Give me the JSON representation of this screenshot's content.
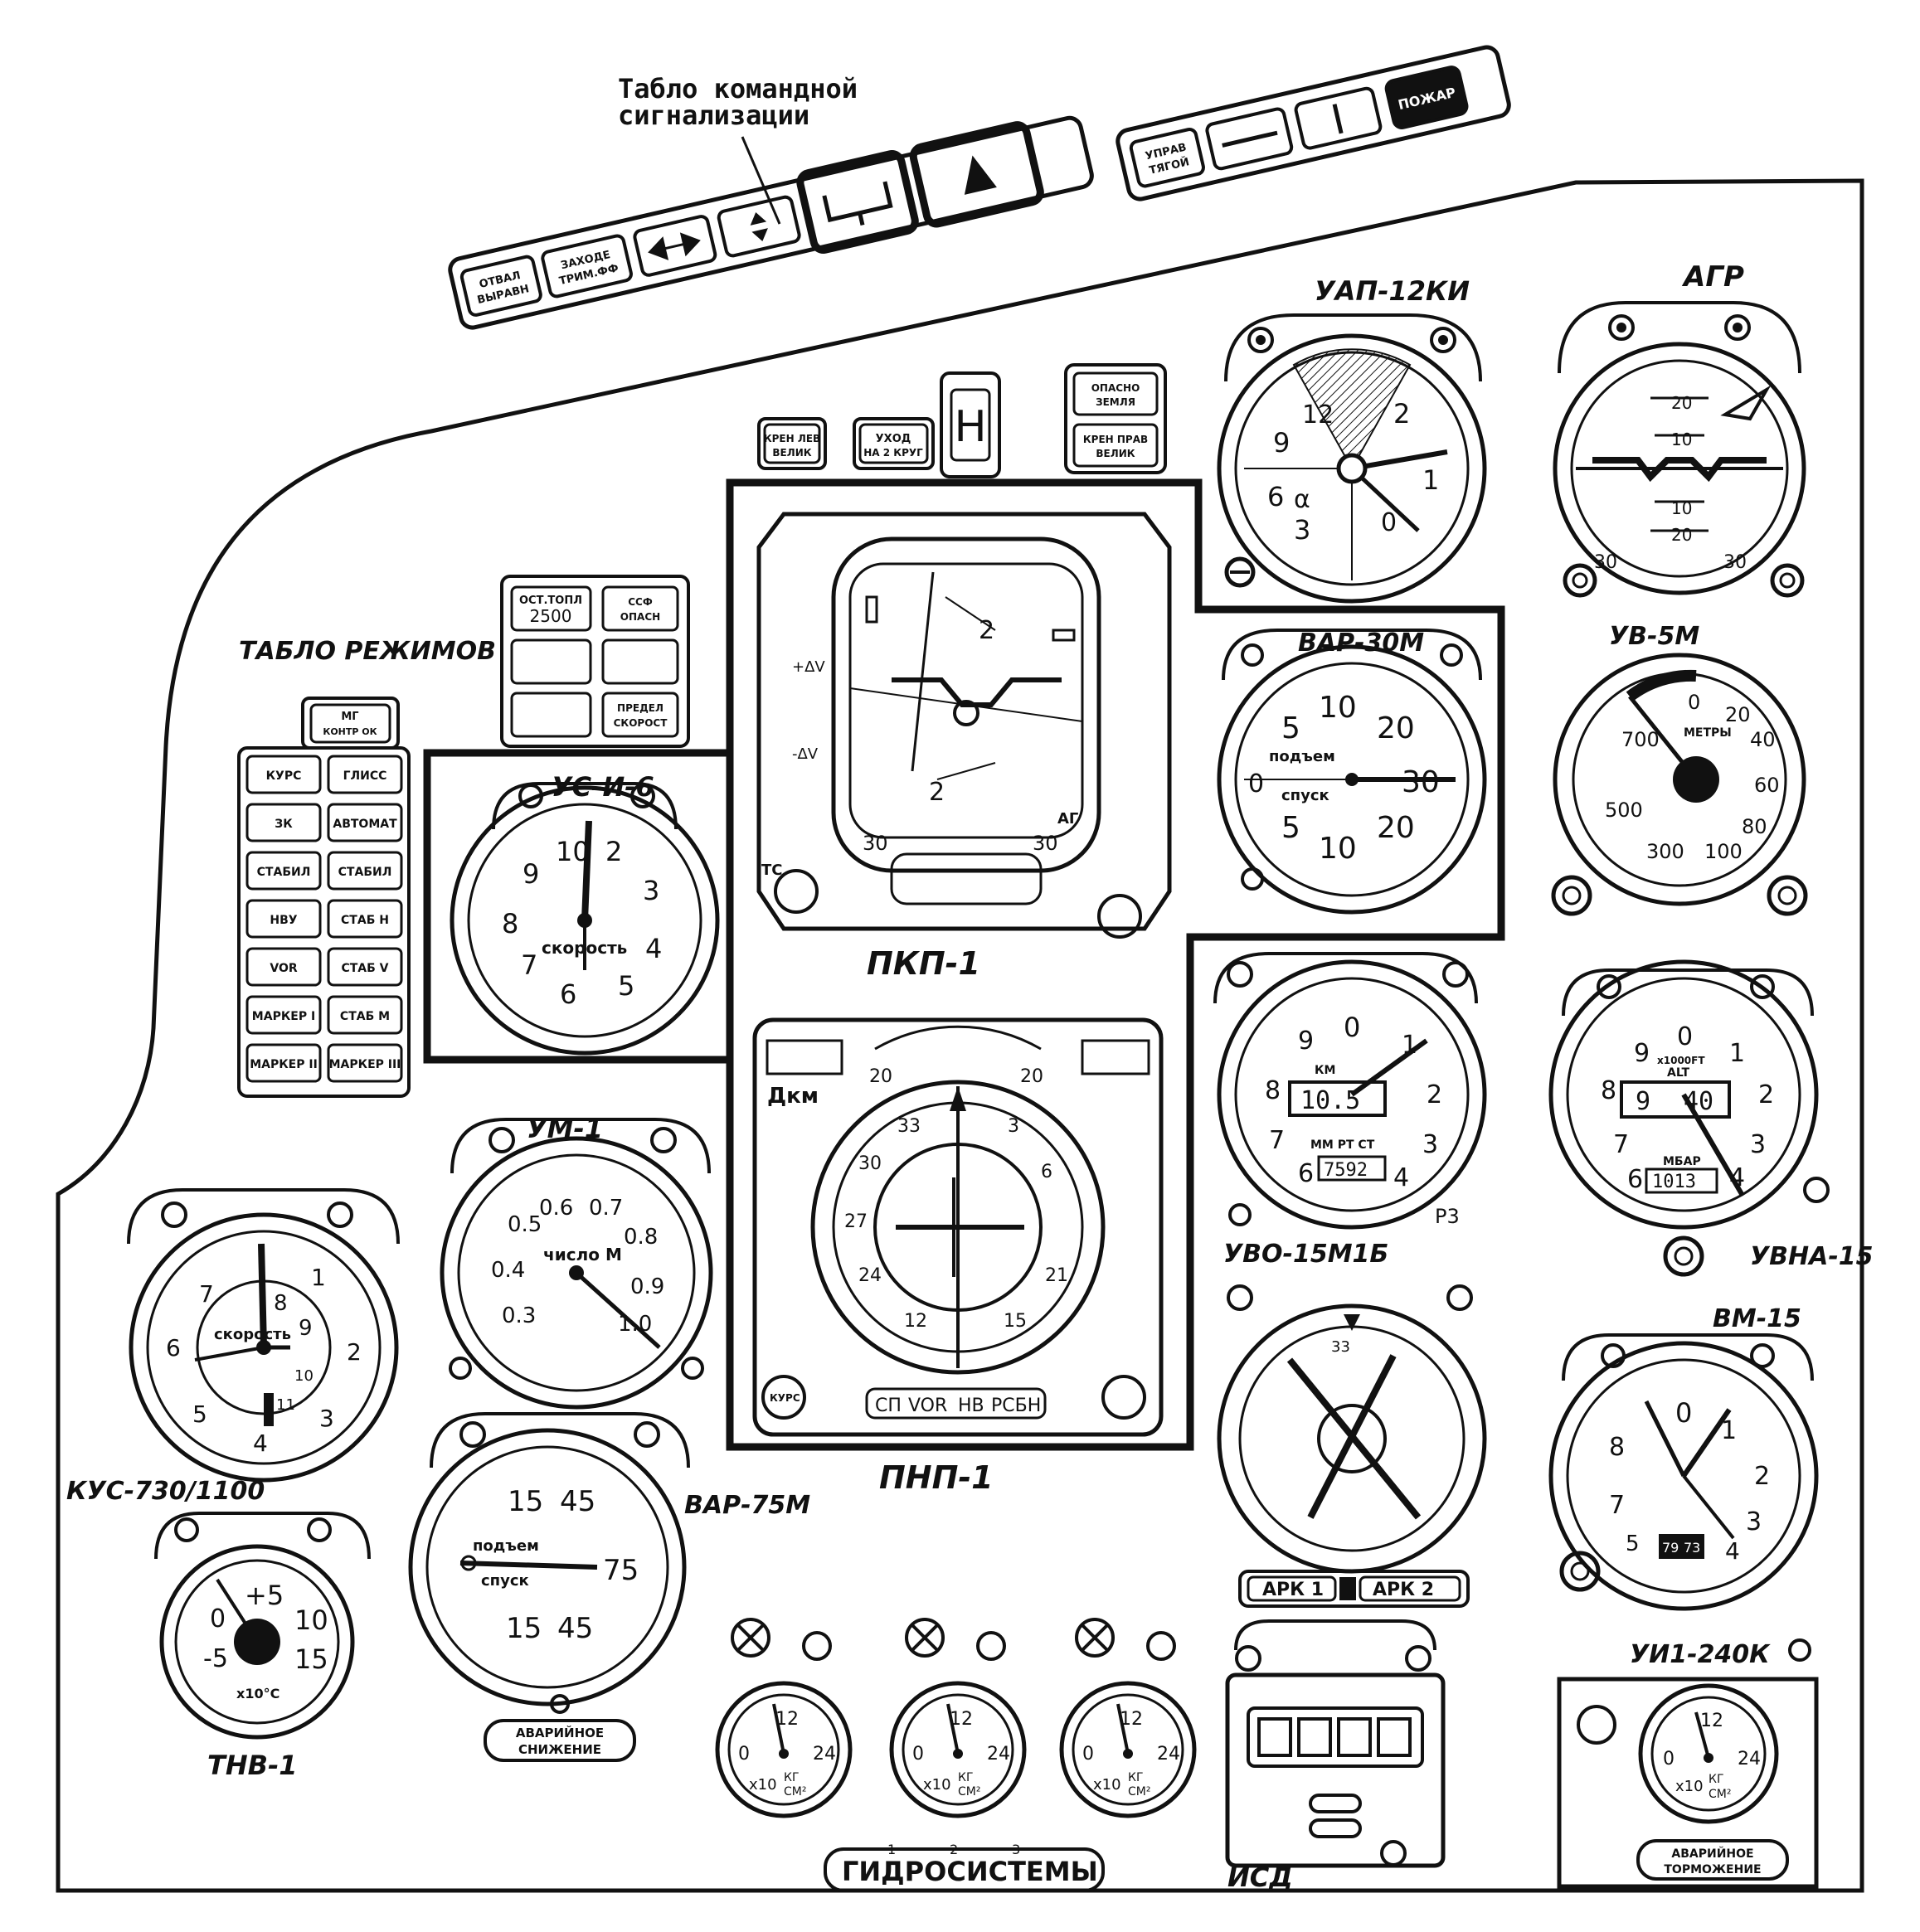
{
  "annotation": {
    "line1": "Табло командной",
    "line2": "сигнализации"
  },
  "signal_board": {
    "b1_l1": "ОТВАЛ",
    "b1_l2": "ВЫРАВН",
    "b2_l1": "ЗАХОДЕ",
    "b2_l2": "ТРИМ.ФФ",
    "b_right": "УПРАВ",
    "b_right2": "ТЯГОЙ",
    "b_last": "ПОЖАР"
  },
  "small_boards": {
    "kren_lev_1": "КРЕН ЛЕВ",
    "kren_lev_2": "ВЕЛИК",
    "uhod_1": "УХОД",
    "uhod_2": "НА 2 КРУГ",
    "h_letter": "H",
    "opasno_1": "ОПАСНО",
    "opasno_2": "ЗЕМЛЯ",
    "kren_prav_1": "КРЕН ПРАВ",
    "kren_prav_2": "ВЕЛИК",
    "ost_topl_1": "ОСТ.ТОПЛ",
    "ost_topl_2": "2500",
    "ssv_1": "ССФ",
    "ssv_2": "ОПАСН",
    "pred_1": "ПРЕДЕЛ",
    "pred_2": "СКОРОСТ"
  },
  "modes_board": {
    "title": "ТАБЛО РЕЖИМОВ",
    "top": "МГ",
    "top2": "КОНТР ОК",
    "buttons": [
      [
        "КУРС",
        "ГЛИСС"
      ],
      [
        "ЗК",
        "АВТОМАТ"
      ],
      [
        "СТАБИЛ",
        "СТАБИЛ"
      ],
      [
        "НВУ",
        "СТАБ Н"
      ],
      [
        "VOR",
        "СТАБ V"
      ],
      [
        "МАРКЕР I",
        "СТАБ М"
      ],
      [
        "МАРКЕР II",
        "МАРКЕР III"
      ]
    ]
  },
  "instruments": {
    "uap": {
      "label": "УАП-12КИ",
      "n12": "12",
      "n2": "2",
      "n9": "9",
      "n1": "1",
      "n6": "6",
      "alpha": "α",
      "n3": "3",
      "n0": "0"
    },
    "agr": {
      "label": "АГР",
      "t20": "20",
      "t10": "10",
      "b10": "10",
      "b20": "20",
      "l30": "30",
      "r30": "30"
    },
    "uvm": {
      "label": "УВ-5М",
      "n0": "0",
      "n20": "20",
      "n40": "40",
      "n60": "60",
      "n80": "80",
      "n100": "100",
      "n300": "300",
      "n500": "500",
      "n700": "700",
      "metry": "МЕТРЫ"
    },
    "var30": {
      "label": "ВАР-30М",
      "t5": "5",
      "t10": "10",
      "t20": "20",
      "m30": "30",
      "m0": "0",
      "b5": "5",
      "b10": "10",
      "b20": "20",
      "up": "подъем",
      "down": "спуск"
    },
    "us": {
      "label": "УС-И-6",
      "n10": "10",
      "n2": "2",
      "n9": "9",
      "n3": "3",
      "n8": "8",
      "n4": "4",
      "n7": "7",
      "n6": "6",
      "n5": "5",
      "skorost": "скорость"
    },
    "pkp": {
      "label": "ПКП-1",
      "m2": "2",
      "l30": "30",
      "r30": "30",
      "tc": "ТС",
      "ag": "АГ",
      "dv": "+ΔV",
      "dvm": "-ΔV"
    },
    "pnp": {
      "label": "ПНП-1",
      "dkm": "Дкм",
      "l20": "20",
      "r20": "20",
      "h33": "33",
      "h3": "3",
      "h30": "30",
      "h6": "6",
      "h27": "27",
      "h24": "24",
      "h21": "21",
      "h12": "12",
      "h15": "15",
      "sp": "СП",
      "vor": "VOR",
      "nv": "НВ",
      "rsbn": "РСБН",
      "kurs": "КУРС"
    },
    "uvo": {
      "label": "УВО-15М1Б",
      "n0": "0",
      "n9": "9",
      "n1": "1",
      "n8": "8",
      "n2": "2",
      "n7": "7",
      "n3": "3",
      "n6": "6",
      "n4": "4",
      "km": "КМ",
      "mm": "ММ РТ СТ",
      "alt": "10.5",
      "press": "7592",
      "p3": "Р3"
    },
    "uvna": {
      "label": "УВНА-15",
      "n0": "0",
      "n1": "1",
      "n9": "9",
      "n2": "2",
      "n8": "8",
      "n3": "3",
      "n7": "7",
      "n4": "4",
      "n6": "6",
      "x1000": "х1000FТ",
      "alt": "ALT",
      "mbar": "МБАР",
      "d1": "9",
      "d2": "40",
      "press": "1013"
    },
    "um": {
      "label": "УМ-1",
      "n06": "0.6",
      "n07": "0.7",
      "n05": "0.5",
      "n08": "0.8",
      "n04": "0.4",
      "n09": "0.9",
      "n03": "0.3",
      "n10": "1.0",
      "chislo": "число М"
    },
    "kus": {
      "label": "КУС-730/1100",
      "n7": "7",
      "n8": "8",
      "n1": "1",
      "n6": "6",
      "n9": "9",
      "n2": "2",
      "n5": "5",
      "n3": "3",
      "n4": "4",
      "n10": "10",
      "n11": "11",
      "skorost": "скорость"
    },
    "thv": {
      "label": "ТНВ-1",
      "p5": "+5",
      "n0": "0",
      "n10": "10",
      "m5": "-5",
      "n15": "15",
      "unit": "х10°С"
    },
    "var75": {
      "label": "ВАР-75М",
      "t15": "15",
      "t45": "45",
      "m75": "75",
      "b15": "15",
      "b45": "45",
      "up": "подъем",
      "down": "спуск",
      "btn1": "АВАРИЙНОЕ",
      "btn2": "СНИЖЕНИЕ"
    },
    "ark": {
      "label": "АРК",
      "ark1": "АРК 1",
      "ark2": "АРК 2",
      "n33": "33"
    },
    "vm": {
      "label": "ВМ-15",
      "n0": "0",
      "n1": "1",
      "n8": "8",
      "n2": "2",
      "n7": "7",
      "n3": "3",
      "n5": "5",
      "n4": "4",
      "w1": "79",
      "w2": "73"
    },
    "isd": {
      "label": "ИСД"
    },
    "hydro": {
      "label": "ГИДРОСИСТЕМЫ",
      "n1": "1",
      "n2": "2",
      "n3": "3",
      "s0": "0",
      "s12": "12",
      "s24": "24",
      "unit_x": "х10",
      "unit_kg": "КГ",
      "unit_cm": "СМ²"
    },
    "uni": {
      "label": "УИ1-240К",
      "btn1": "АВАРИЙНОЕ",
      "btn2": "ТОРМОЖЕНИЕ"
    }
  }
}
